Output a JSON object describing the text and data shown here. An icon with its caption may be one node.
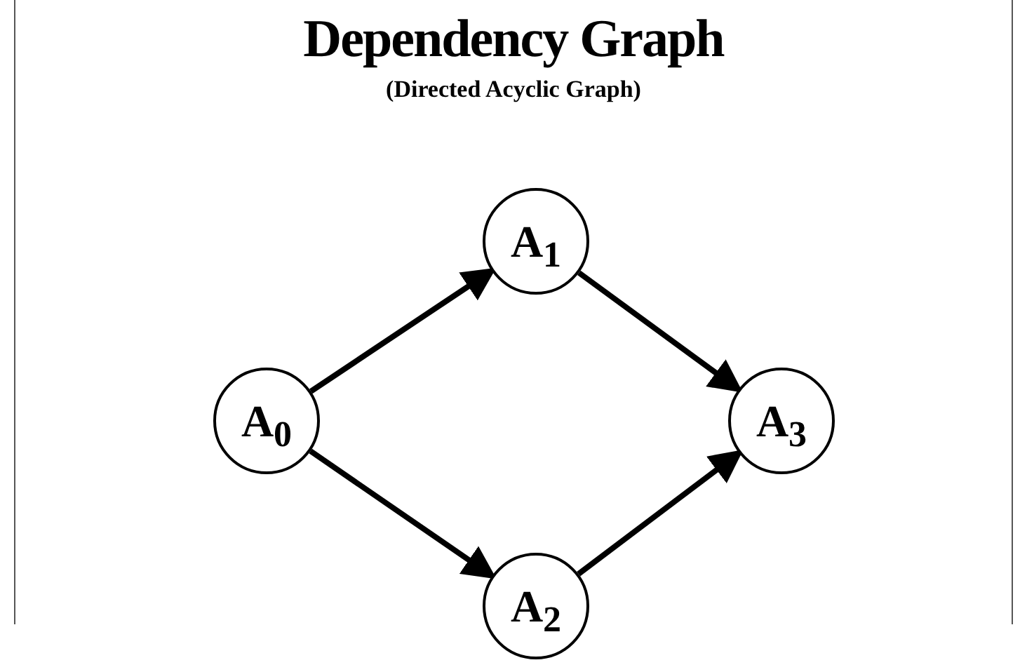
{
  "diagram": {
    "title": "Dependency Graph",
    "caption": "(Directed Acyclic Graph)",
    "nodes": [
      {
        "text": [
          "A$_{0}$"
        ]
      },
      {
        "text": [
          "A$_{1}$"
        ]
      },
      {
        "text": [
          "A$_{2}$"
        ]
      },
      {
        "text": [
          "A$_{3}$"
        ]
      }
    ],
    "edges": [
      {
        "from": 0,
        "to": 1,
        "arrow": "to"
      },
      {
        "from": 0,
        "to": 2,
        "arrow": "to"
      },
      {
        "from": 1,
        "to": 3,
        "arrow": "to"
      },
      {
        "from": 2,
        "to": 3,
        "arrow": "to"
      }
    ]
  }
}
